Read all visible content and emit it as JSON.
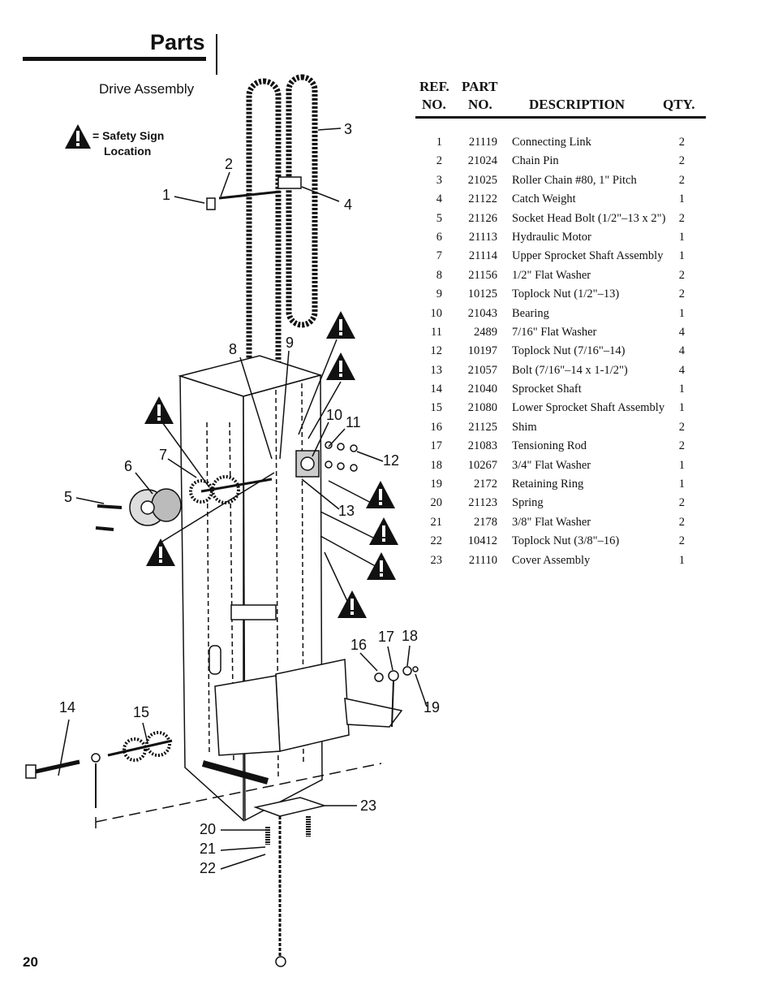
{
  "page": {
    "title": "Parts",
    "subtitle": "Drive Assembly",
    "page_number": "20"
  },
  "legend": {
    "icon": "warning-triangle-icon",
    "line1": "= Safety Sign",
    "line2": "Location"
  },
  "callouts": [
    "1",
    "2",
    "3",
    "4",
    "5",
    "6",
    "7",
    "8",
    "9",
    "10",
    "11",
    "12",
    "13",
    "14",
    "15",
    "16",
    "17",
    "18",
    "19",
    "20",
    "21",
    "22",
    "23"
  ],
  "table": {
    "headers": {
      "ref_line1": "REF.",
      "ref_line2": "NO.",
      "part_line1": "PART",
      "part_line2": "NO.",
      "description": "DESCRIPTION",
      "qty": "QTY."
    },
    "rows": [
      {
        "ref": "1",
        "part": "21119",
        "desc": "Connecting Link",
        "qty": "2"
      },
      {
        "ref": "2",
        "part": "21024",
        "desc": "Chain Pin",
        "qty": "2"
      },
      {
        "ref": "3",
        "part": "21025",
        "desc": "Roller Chain #80, 1\" Pitch",
        "qty": "2"
      },
      {
        "ref": "4",
        "part": "21122",
        "desc": "Catch Weight",
        "qty": "1"
      },
      {
        "ref": "5",
        "part": "21126",
        "desc": "Socket Head Bolt (1/2\"–13 x 2\")",
        "qty": "2"
      },
      {
        "ref": "6",
        "part": "21113",
        "desc": "Hydraulic Motor",
        "qty": "1"
      },
      {
        "ref": "7",
        "part": "21114",
        "desc": "Upper Sprocket Shaft Assembly",
        "qty": "1"
      },
      {
        "ref": "8",
        "part": "21156",
        "desc": "1/2\" Flat Washer",
        "qty": "2"
      },
      {
        "ref": "9",
        "part": "10125",
        "desc": "Toplock Nut (1/2\"–13)",
        "qty": "2"
      },
      {
        "ref": "10",
        "part": "21043",
        "desc": "Bearing",
        "qty": "1"
      },
      {
        "ref": "11",
        "part": "2489",
        "desc": "7/16\" Flat Washer",
        "qty": "4"
      },
      {
        "ref": "12",
        "part": "10197",
        "desc": "Toplock Nut (7/16\"–14)",
        "qty": "4"
      },
      {
        "ref": "13",
        "part": "21057",
        "desc": "Bolt (7/16\"–14 x 1-1/2\")",
        "qty": "4"
      },
      {
        "ref": "14",
        "part": "21040",
        "desc": "Sprocket Shaft",
        "qty": "1"
      },
      {
        "ref": "15",
        "part": "21080",
        "desc": "Lower Sprocket Shaft Assembly",
        "qty": "1"
      },
      {
        "ref": "16",
        "part": "21125",
        "desc": "Shim",
        "qty": "2"
      },
      {
        "ref": "17",
        "part": "21083",
        "desc": "Tensioning Rod",
        "qty": "2"
      },
      {
        "ref": "18",
        "part": "10267",
        "desc": "3/4\" Flat Washer",
        "qty": "1"
      },
      {
        "ref": "19",
        "part": "2172",
        "desc": "Retaining Ring",
        "qty": "1"
      },
      {
        "ref": "20",
        "part": "21123",
        "desc": "Spring",
        "qty": "2"
      },
      {
        "ref": "21",
        "part": "2178",
        "desc": "3/8\" Flat Washer",
        "qty": "2"
      },
      {
        "ref": "22",
        "part": "10412",
        "desc": "Toplock Nut (3/8\"–16)",
        "qty": "2"
      },
      {
        "ref": "23",
        "part": "21110",
        "desc": "Cover Assembly",
        "qty": "1"
      }
    ]
  }
}
